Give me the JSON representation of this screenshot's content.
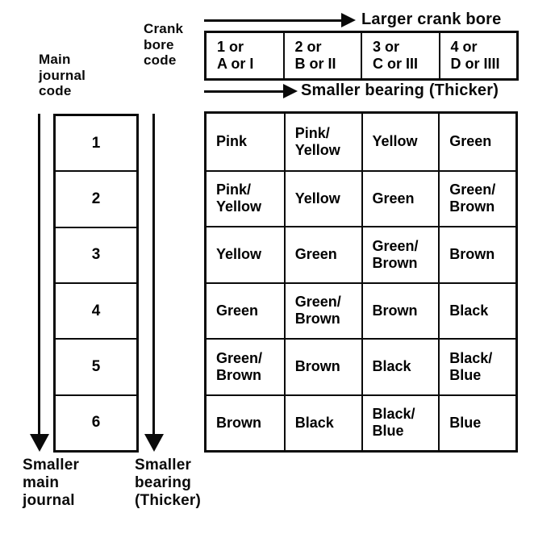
{
  "diagram": {
    "title_axis_top": "Larger crank bore",
    "crank_bore_code_label": "Crank\nbore\ncode",
    "main_journal_code_label": "Main\njournal\ncode",
    "bearing_axis_label": "Smaller bearing (Thicker)",
    "crank_bore_codes": [
      "1 or\nA or I",
      "2 or\nB or II",
      "3 or\nC or III",
      "4 or\nD or IIII"
    ],
    "main_journal_codes": [
      "1",
      "2",
      "3",
      "4",
      "5",
      "6"
    ],
    "bearing_colors": [
      [
        "Pink",
        "Pink/\nYellow",
        "Yellow",
        "Green"
      ],
      [
        "Pink/\nYellow",
        "Yellow",
        "Green",
        "Green/\nBrown"
      ],
      [
        "Yellow",
        "Green",
        "Green/\nBrown",
        "Brown"
      ],
      [
        "Green",
        "Green/\nBrown",
        "Brown",
        "Black"
      ],
      [
        "Green/\nBrown",
        "Brown",
        "Black",
        "Black/\nBlue"
      ],
      [
        "Brown",
        "Black",
        "Black/\nBlue",
        "Blue"
      ]
    ],
    "bottom_labels": {
      "smaller_main_journal": "Smaller\nmain\njournal",
      "smaller_bearing": "Smaller\nbearing\n(Thicker)"
    },
    "colors": {
      "ink": "#0a0a0a",
      "paper": "#ffffff"
    }
  }
}
